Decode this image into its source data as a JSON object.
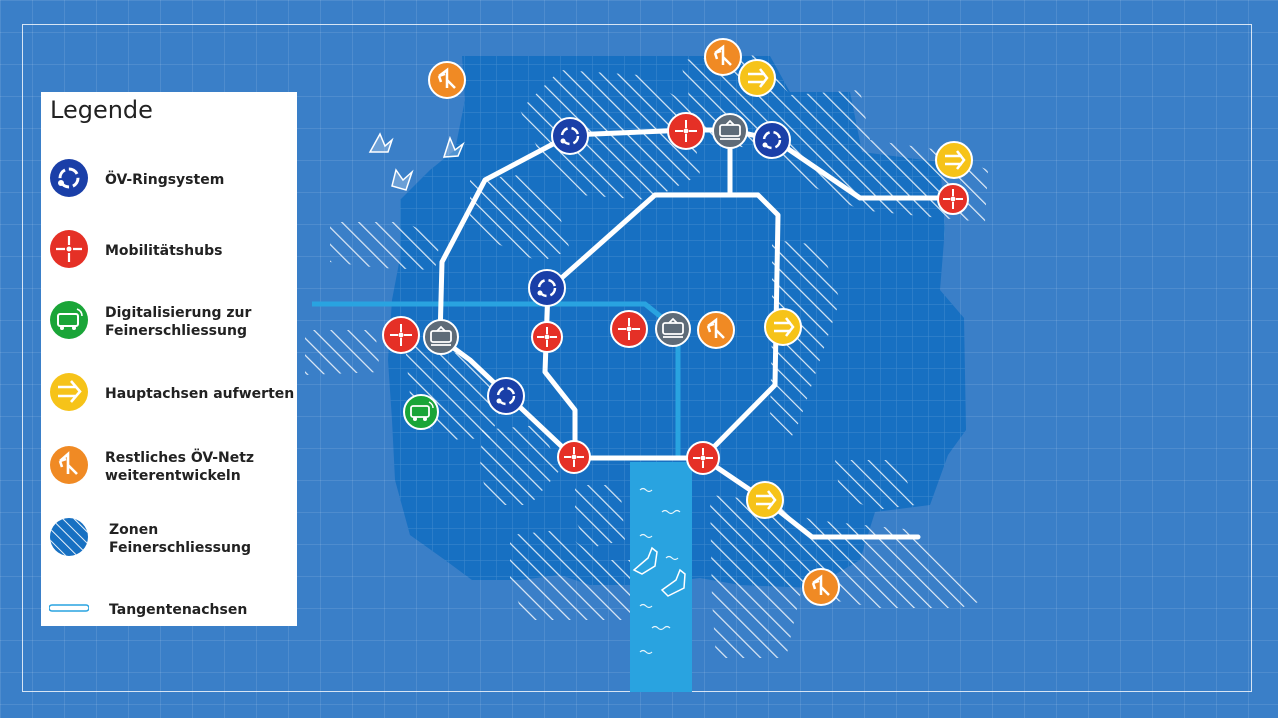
{
  "legend": {
    "title": "Legende",
    "items": [
      {
        "label": "ÖV-Ringsystem",
        "icon": "ring-system-icon",
        "color": "#1a3fa8"
      },
      {
        "label": "Mobilitätshubs",
        "icon": "mobility-hub-icon",
        "color": "#e53026"
      },
      {
        "label_lines": [
          "Digitalisierung zur",
          "Feinerschliessung"
        ],
        "icon": "digital-bus-icon",
        "color": "#1aa538"
      },
      {
        "label": "Hauptachsen aufwerten",
        "icon": "main-axis-arrow-icon",
        "color": "#f6c319"
      },
      {
        "label_lines": [
          "Restliches ÖV-Netz",
          "weiterentwickeln"
        ],
        "icon": "network-branch-icon",
        "color": "#f08a24"
      },
      {
        "label": "Zonen Feinerschliessung",
        "icon": "hatched-zone-icon",
        "color": "#1770c2"
      },
      {
        "label": "Tangentenachsen",
        "icon": "tangent-axis-icon",
        "color": "#ffffff"
      }
    ]
  },
  "colors": {
    "background": "#3a7fc8",
    "city_area": "#1770c2",
    "river": "#29a3e0",
    "ring_line": "#ffffff",
    "hub": "#e53026",
    "ring_node": "#1a3fa8",
    "train": "#5e6b78",
    "axis": "#f6c319",
    "network": "#f08a24",
    "digital": "#1aa538"
  }
}
